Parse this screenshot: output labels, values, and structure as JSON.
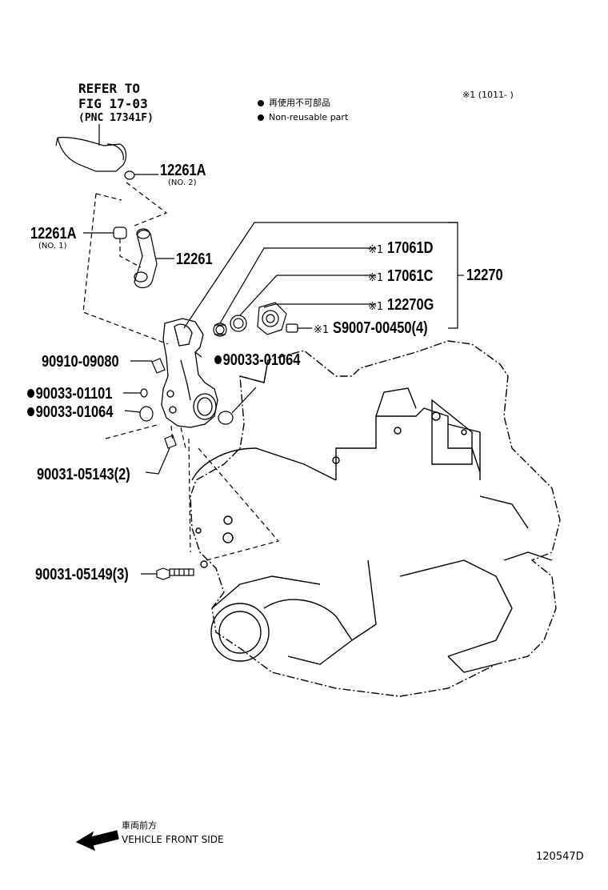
{
  "header": {
    "refer_to": [
      "REFER TO",
      "FIG 17-03",
      "(PNC 17341F)"
    ],
    "legend_jp": "再使用不可部品",
    "legend_en": "Non-reusable part",
    "note_top_right": "※1 (1011-     )"
  },
  "parts": {
    "p12261A_no2": "12261A",
    "p12261A_no2_sub": "(NO. 2)",
    "p12261A_no1": "12261A",
    "p12261A_no1_sub": "(NO. 1)",
    "p12261": "12261",
    "p17061D": "17061D",
    "p17061C": "17061C",
    "p12270": "12270",
    "p12270G": "12270G",
    "pS9007": "S9007-00450(4)",
    "p90910": "90910-09080",
    "p90033_01064_a": "90033-01064",
    "p90033_01101": "90033-01101",
    "p90033_01064_b": "90033-01064",
    "p90031_05143": "90031-05143(2)",
    "p90031_05149": "90031-05149(3)",
    "mark": "※1"
  },
  "footer": {
    "front_jp": "車両前方",
    "front_en": "VEHICLE FRONT SIDE",
    "fig_code": "120547D"
  }
}
